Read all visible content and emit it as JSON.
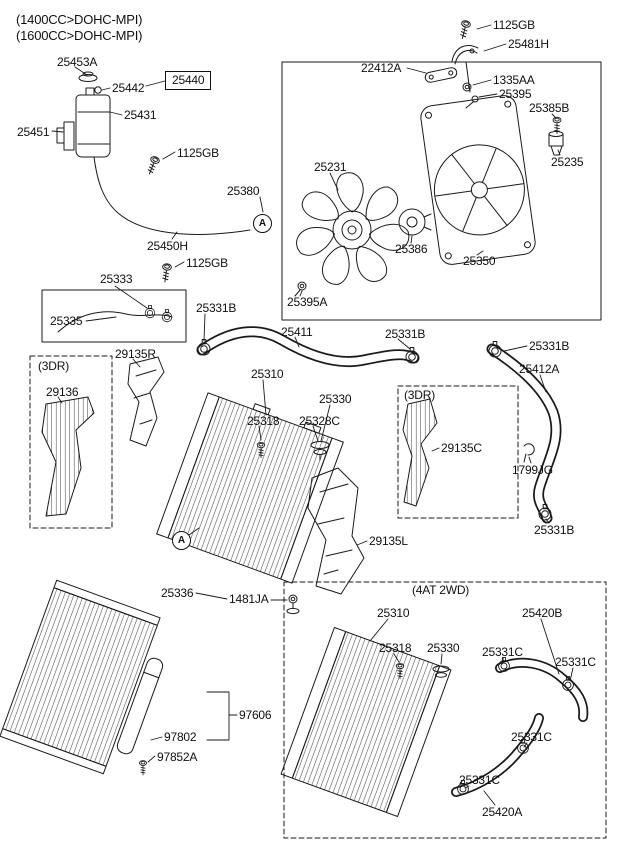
{
  "header": {
    "line1": "(1400CC>DOHC-MPI)",
    "line2": "(1600CC>DOHC-MPI)"
  },
  "callouts": {
    "a": "A"
  },
  "parts": {
    "p25453A": "25453A",
    "p25442": "25442",
    "p25440": "25440",
    "p25431": "25431",
    "p25451": "25451",
    "p1125GB": "1125GB",
    "p25380": "25380",
    "p25450H": "25450H",
    "p25333": "25333",
    "p25335": "25335",
    "p25331B": "25331B",
    "p29135R": "29135R",
    "p3dr": "(3DR)",
    "p29136": "29136",
    "p25310": "25310",
    "p25411": "25411",
    "p25330": "25330",
    "p25318": "25318",
    "p25328C": "25328C",
    "p29135L": "29135L",
    "p25336": "25336",
    "p1481JA": "1481JA",
    "p97606": "97606",
    "p97802": "97802",
    "p97852A": "97852A",
    "p25481H": "25481H",
    "p22412A": "22412A",
    "p1335AA": "1335AA",
    "p25395": "25395",
    "p25385B": "25385B",
    "p25235": "25235",
    "p25231": "25231",
    "p25386": "25386",
    "p25350": "25350",
    "p25395A": "25395A",
    "p25412A": "25412A",
    "p1799JG": "1799JG",
    "p29135C": "29135C",
    "p4at2wd": "(4AT 2WD)",
    "p25420B": "25420B",
    "p25420A": "25420A",
    "p25331C": "25331C"
  },
  "colors": {
    "line": "#1a1a1a",
    "background": "#ffffff"
  }
}
